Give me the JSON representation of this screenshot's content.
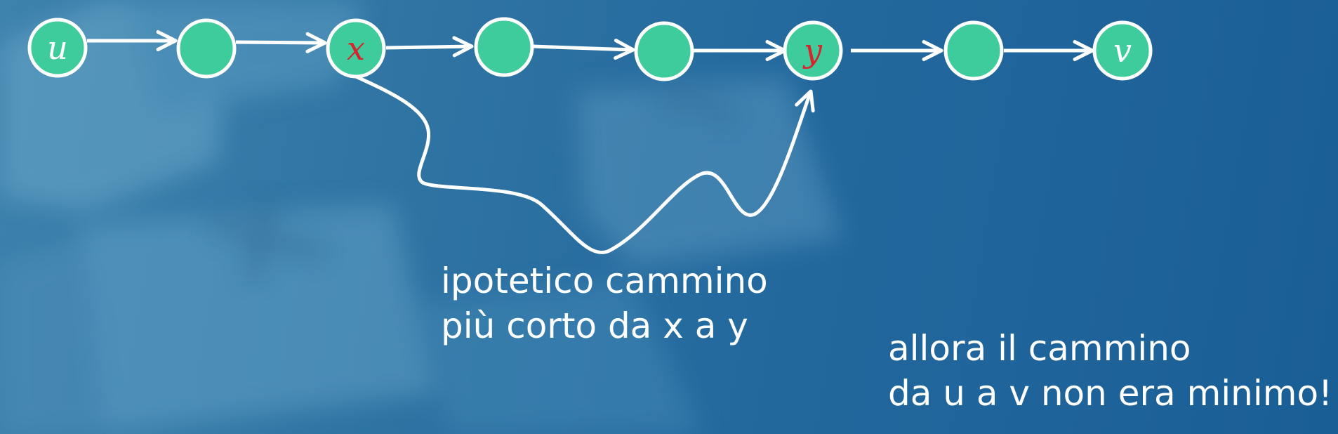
{
  "colors": {
    "node_fill": "#3fcc9c",
    "node_stroke": "#ffffff",
    "label_white": "#ffffff",
    "label_red": "#d8232a",
    "edge": "#ffffff"
  },
  "nodes": [
    {
      "label": "u",
      "label_color": "white"
    },
    {
      "label": "",
      "label_color": "white"
    },
    {
      "label": "x",
      "label_color": "red"
    },
    {
      "label": "",
      "label_color": "white"
    },
    {
      "label": "",
      "label_color": "white"
    },
    {
      "label": "y",
      "label_color": "red"
    },
    {
      "label": "",
      "label_color": "white"
    },
    {
      "label": "v",
      "label_color": "white"
    }
  ],
  "captions": {
    "hypothetical_path": [
      "ipotetico cammino",
      "più corto da x a y"
    ],
    "conclusion": [
      "allora il cammino",
      "da u a v non era minimo!"
    ]
  }
}
